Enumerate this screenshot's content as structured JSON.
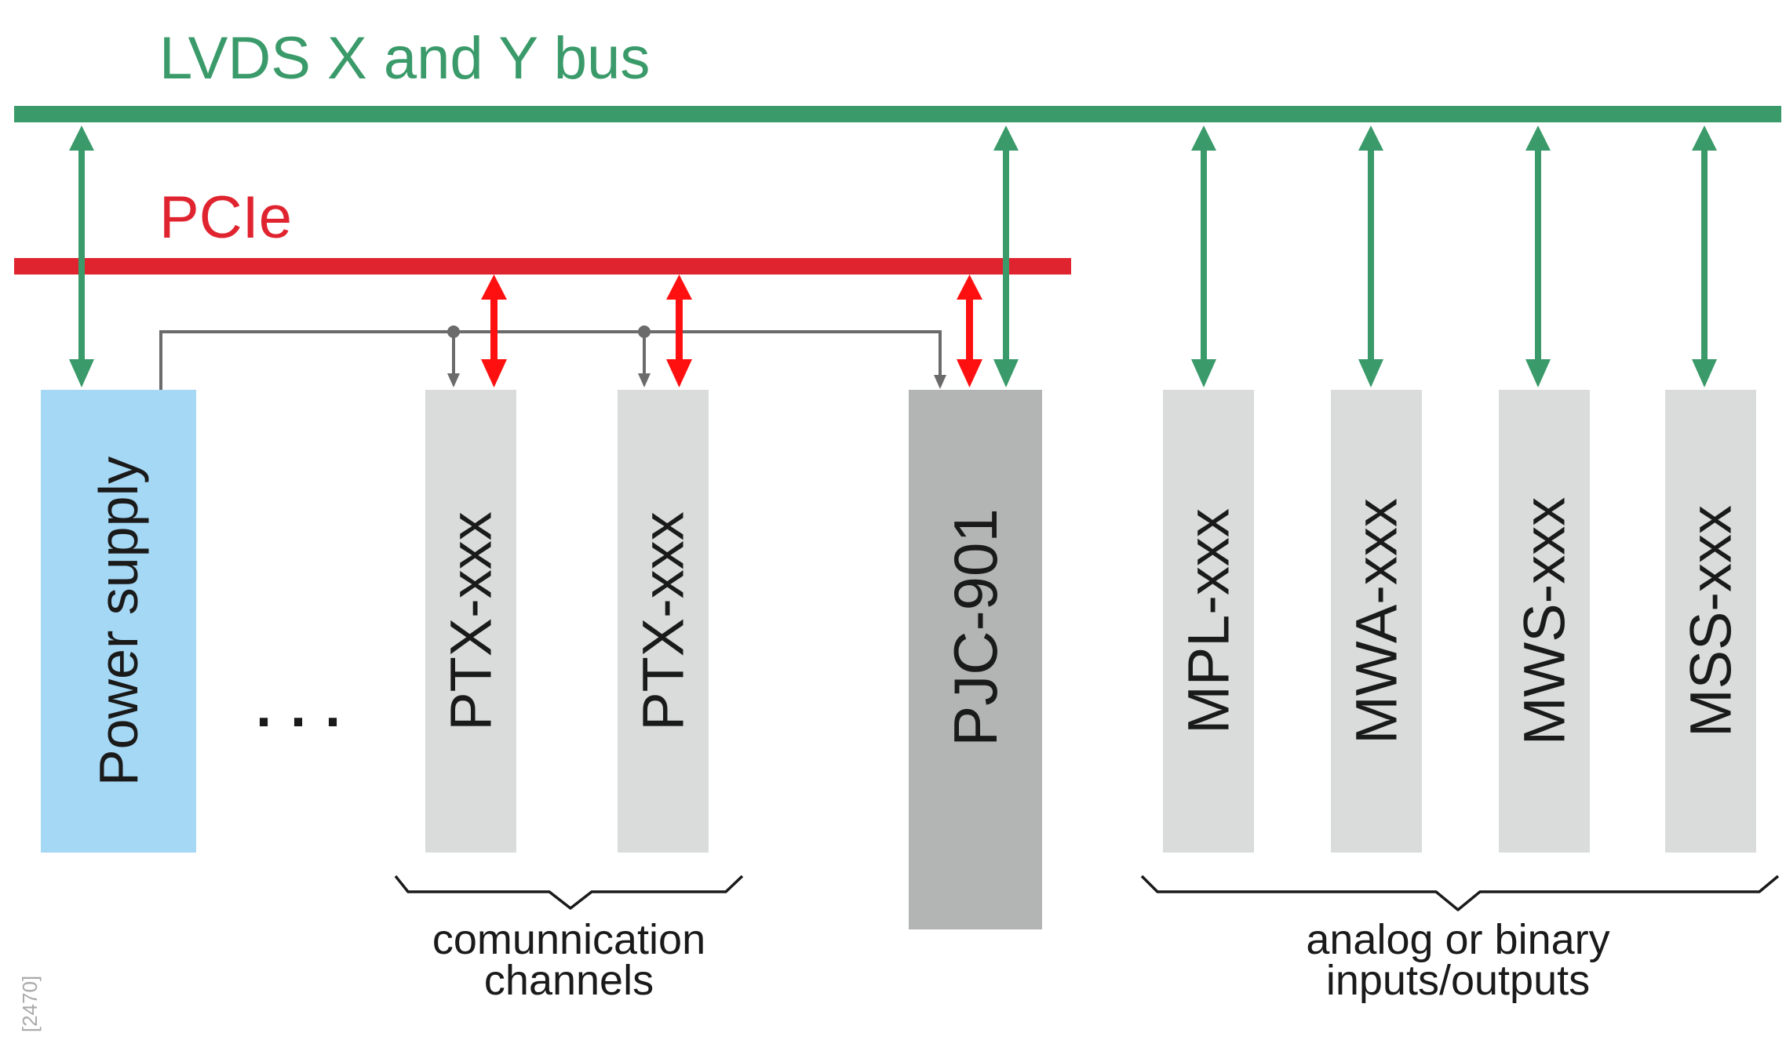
{
  "buses": {
    "lvds": {
      "label": "LVDS X and Y bus",
      "color": "#3a9a6a"
    },
    "pcie": {
      "label": "PCIe",
      "color": "#e0242f"
    }
  },
  "modules": {
    "power_supply": {
      "label": "Power supply",
      "color": "#a5d8f5"
    },
    "ellipsis": {
      "label": "· · ·"
    },
    "ptx_1": {
      "label": "PTX-xxx",
      "color": "#d9dcdb"
    },
    "ptx_2": {
      "label": "PTX-xxx",
      "color": "#d9dcdb"
    },
    "pjc": {
      "label": "PJC-901",
      "color": "#b3b4b4"
    },
    "mpl": {
      "label": "MPL-xxx",
      "color": "#d9dcdb"
    },
    "mwa": {
      "label": "MWA-xxx",
      "color": "#d9dcdb"
    },
    "mws": {
      "label": "MWS-xxx",
      "color": "#d9dcdb"
    },
    "mss": {
      "label": "MSS-xxx",
      "color": "#d9dcdb"
    }
  },
  "groups": {
    "communication": {
      "line1": "comunnication",
      "line2": "channels"
    },
    "io": {
      "line1": "analog or binary",
      "line2": "inputs/outputs"
    }
  },
  "figure_id": "[2470]",
  "colors": {
    "arrow_red": "#ff1010",
    "wire_gray": "#6b6b6b",
    "text_dark": "#1a1a1a"
  }
}
